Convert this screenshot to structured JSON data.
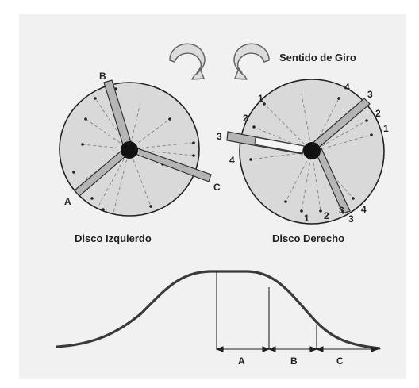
{
  "title": "Sentido de Giro",
  "left_disc": {
    "caption": "Disco Izquierdo",
    "arm_labels": [
      "B",
      "C",
      "A"
    ]
  },
  "right_disc": {
    "caption": "Disco Derecho",
    "arm_labels": [
      "3",
      "3",
      "3"
    ],
    "tick_labels": [
      "1",
      "2",
      "4",
      "4",
      "1",
      "2",
      "3",
      "4",
      "2",
      "1"
    ]
  },
  "curve": {
    "segment_labels": [
      "A",
      "B",
      "C"
    ]
  },
  "colors": {
    "disc_fill": "#d9d9d9",
    "arm_fill": "#b5b5b5",
    "hub": "#111111",
    "line": "#222222",
    "panel": "#f1f1f1"
  },
  "icons": [
    "rotate-clockwise-icon",
    "rotate-counterclockwise-icon"
  ]
}
